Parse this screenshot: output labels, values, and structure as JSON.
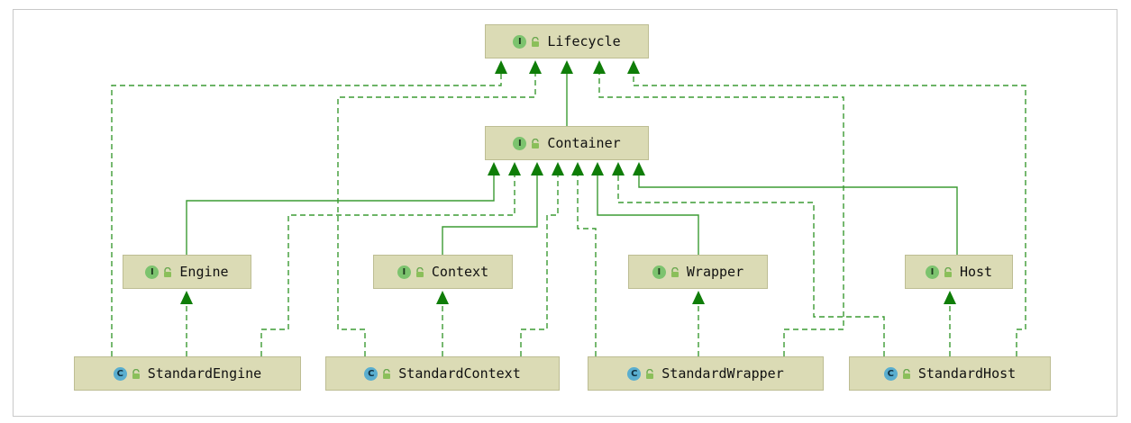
{
  "colors": {
    "edge": "#3c9b33",
    "arrow": "#0f7d08",
    "node_fill": "#dbdbb5"
  },
  "nodes": {
    "lifecycle": {
      "label": "Lifecycle",
      "kind": "interface",
      "badge": "I"
    },
    "container": {
      "label": "Container",
      "kind": "interface",
      "badge": "I"
    },
    "engine": {
      "label": "Engine",
      "kind": "interface",
      "badge": "I"
    },
    "context": {
      "label": "Context",
      "kind": "interface",
      "badge": "I"
    },
    "wrapper": {
      "label": "Wrapper",
      "kind": "interface",
      "badge": "I"
    },
    "host": {
      "label": "Host",
      "kind": "interface",
      "badge": "I"
    },
    "standard_engine": {
      "label": "StandardEngine",
      "kind": "class",
      "badge": "C"
    },
    "standard_context": {
      "label": "StandardContext",
      "kind": "class",
      "badge": "C"
    },
    "standard_wrapper": {
      "label": "StandardWrapper",
      "kind": "class",
      "badge": "C"
    },
    "standard_host": {
      "label": "StandardHost",
      "kind": "class",
      "badge": "C"
    }
  },
  "relations": [
    {
      "from": "container",
      "to": "lifecycle",
      "type": "extends"
    },
    {
      "from": "engine",
      "to": "container",
      "type": "extends"
    },
    {
      "from": "context",
      "to": "container",
      "type": "extends"
    },
    {
      "from": "wrapper",
      "to": "container",
      "type": "extends"
    },
    {
      "from": "host",
      "to": "container",
      "type": "extends"
    },
    {
      "from": "standard_engine",
      "to": "engine",
      "type": "implements"
    },
    {
      "from": "standard_engine",
      "to": "container",
      "type": "implements"
    },
    {
      "from": "standard_engine",
      "to": "lifecycle",
      "type": "implements"
    },
    {
      "from": "standard_context",
      "to": "context",
      "type": "implements"
    },
    {
      "from": "standard_context",
      "to": "container",
      "type": "implements"
    },
    {
      "from": "standard_context",
      "to": "lifecycle",
      "type": "implements"
    },
    {
      "from": "standard_wrapper",
      "to": "wrapper",
      "type": "implements"
    },
    {
      "from": "standard_wrapper",
      "to": "container",
      "type": "implements"
    },
    {
      "from": "standard_wrapper",
      "to": "lifecycle",
      "type": "implements"
    },
    {
      "from": "standard_host",
      "to": "host",
      "type": "implements"
    },
    {
      "from": "standard_host",
      "to": "container",
      "type": "implements"
    },
    {
      "from": "standard_host",
      "to": "lifecycle",
      "type": "implements"
    }
  ]
}
